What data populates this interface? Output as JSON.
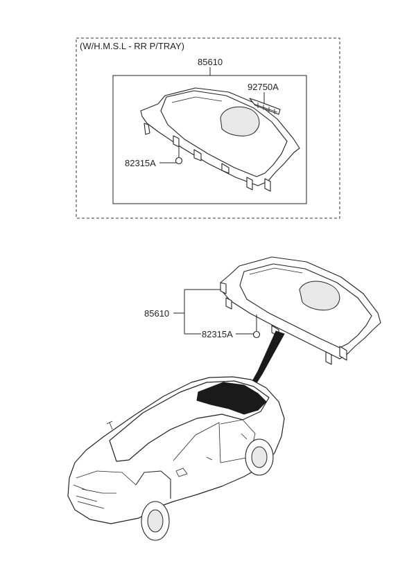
{
  "inset": {
    "caption": "(W/H.M.S.L - RR P/TRAY)",
    "labels": {
      "tray": "85610",
      "hmsl": "92750A",
      "fastener": "82315A"
    }
  },
  "main": {
    "labels": {
      "tray": "85610",
      "fastener": "82315A"
    }
  }
}
